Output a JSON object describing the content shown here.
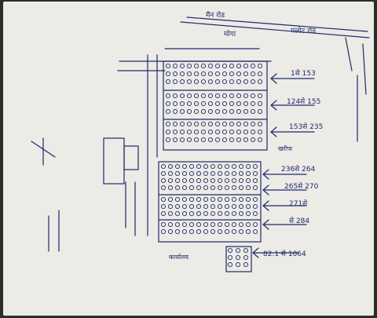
{
  "labels": {
    "top_road": "मैन रोड",
    "top_road_sub": "मलोट रोड",
    "top_left": "मोगा",
    "row_1": "1से 153",
    "row_2": "124से 155",
    "row_3": "153से 235",
    "mid": "खरीफ",
    "row_4": "236से 264",
    "row_5": "265से 270",
    "row_6": "271से",
    "row_7": "से 284",
    "bottom_row": "82.1 से 1064",
    "bottom_label": "कार्यालय"
  },
  "colors": {
    "ink": "#1f2a6b",
    "paper": "#ecebe6",
    "frame": "#2b2b2b"
  }
}
